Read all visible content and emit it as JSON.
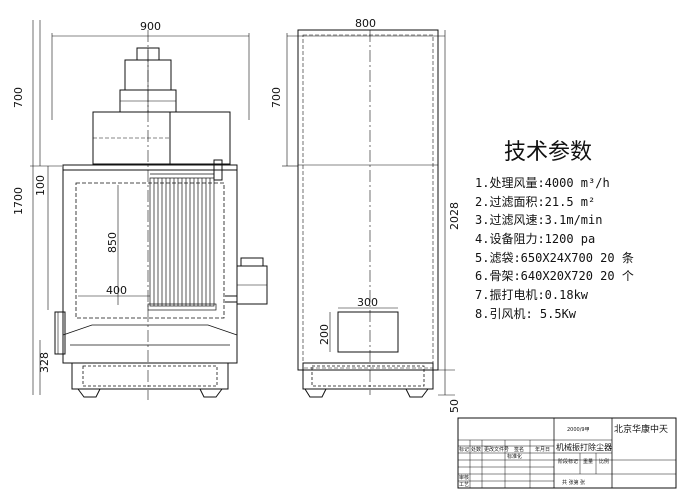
{
  "dimensions": {
    "front_width": "900",
    "front_700": "700",
    "front_1700": "1700",
    "front_100": "100",
    "front_850": "850",
    "front_400": "400",
    "front_328": "328",
    "side_width": "800",
    "side_700": "700",
    "side_2028": "2028",
    "side_300": "300",
    "side_200": "200",
    "side_50": "50"
  },
  "specs": {
    "title": "技术参数",
    "items": [
      "1.处理风量:4000 m³/h",
      "2.过滤面积:21.5 m²",
      "3.过滤风速:3.1m/min",
      "4.设备阻力:1200  pa",
      "5.滤袋:650X24X700  20 条",
      "6.骨架:640X20X720  20 个",
      "7.振打电机:0.18kw",
      "8.引风机:  5.5Kw"
    ]
  },
  "title_block": {
    "company": "北京华康中天",
    "product": "机械振打除尘器",
    "code": "2000/9甲",
    "header_cells": [
      "标记",
      "处数",
      "更改文件号",
      "签名",
      "年月日"
    ],
    "review_label": "标准化",
    "stage_label": "阶段标记",
    "weight_label": "重量",
    "scale_label": "比例",
    "design_label": "审核",
    "process_label": "工艺",
    "sheet_label": "共  张第  张"
  }
}
